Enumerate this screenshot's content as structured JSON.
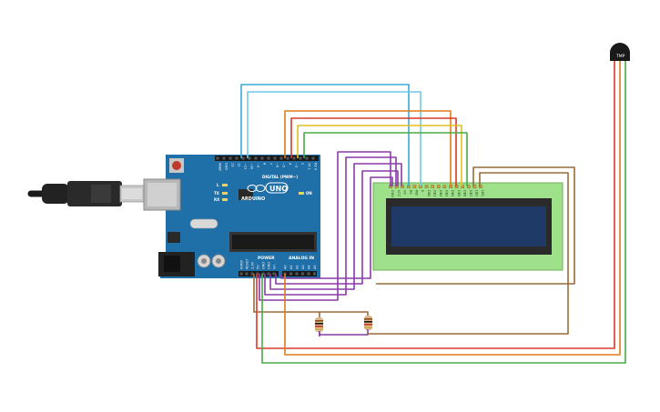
{
  "colors": {
    "background": "#ffffff",
    "board": "#1f6fa8",
    "board_dark": "#18598a",
    "lcd_body": "#9fe08a",
    "lcd_screen": "#1f3a66",
    "wire_blue": "#3aaad8",
    "wire_lightblue": "#6fc8e8",
    "wire_orange": "#e07b1a",
    "wire_red": "#d83a2a",
    "wire_yellow": "#e0c020",
    "wire_green": "#4aaa44",
    "wire_purple": "#8a3aa8",
    "wire_brown": "#9a6a3a"
  },
  "board": {
    "brand_badge": "UNO",
    "brand_text": "ARDUINO",
    "digital_header_label": "DIGITAL (PWM~)",
    "power_label": "POWER",
    "analog_label": "ANALOG IN",
    "on_label": "ON",
    "tx_label": "TX",
    "rx_label": "RX",
    "l_label": "L",
    "digital_pins": [
      "AREF",
      "GND",
      "13",
      "12",
      "~11",
      "~10",
      "~9",
      "8",
      "7",
      "~6",
      "~5",
      "4",
      "~3",
      "2",
      "TX 1",
      "RX 0"
    ],
    "power_pins": [
      "IOREF",
      "RESET",
      "3.3V",
      "5V",
      "GND",
      "GND",
      "Vin"
    ],
    "analog_pins": [
      "A0",
      "A1",
      "A2",
      "A3",
      "A4",
      "A5"
    ]
  },
  "lcd": {
    "pin_labels": [
      "GND",
      "VCC",
      "V0",
      "RS",
      "RW",
      "E",
      "DB0",
      "DB1",
      "DB2",
      "DB3",
      "DB4",
      "DB5",
      "DB6",
      "DB7",
      "LED",
      "LED"
    ]
  },
  "sensor": {
    "label": "TMP"
  },
  "usb": {
    "icon": "usb-cable-icon"
  }
}
